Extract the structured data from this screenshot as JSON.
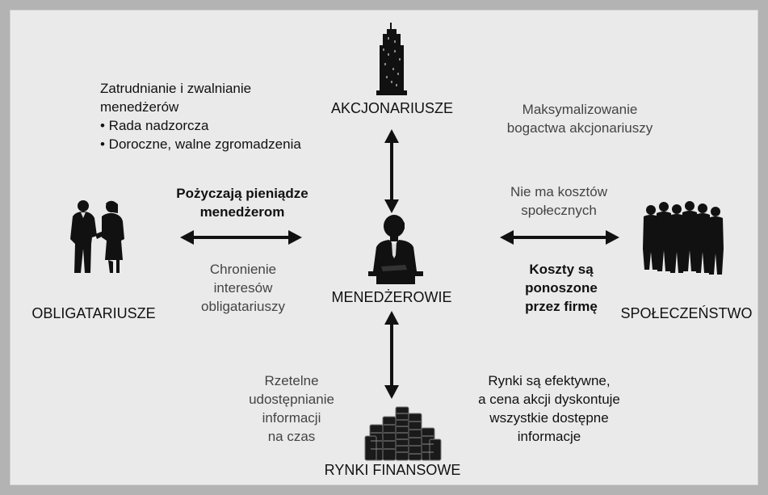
{
  "nodes": {
    "top": "AKCJONARIUSZE",
    "center": "MENEDŻEROWIE",
    "left": "OBLIGATARIUSZE",
    "right": "SPOŁECZEŃSTWO",
    "bottom": "RYNKI FINANSOWE"
  },
  "top_left_note": {
    "heading_1": "Zatrudnianie i zwalnianie",
    "heading_2": "menedżerów",
    "bullet_1": "• Rada nadzorcza",
    "bullet_2": "• Doroczne, walne zgromadzenia"
  },
  "top_right_note": {
    "line_1": "Maksymalizowanie",
    "line_2": "bogactwa akcjonariuszy"
  },
  "left_top_note": {
    "line_1": "Pożyczają pieniądze",
    "line_2": "menedżerom"
  },
  "left_bottom_note": {
    "line_1": "Chronienie",
    "line_2": "interesów",
    "line_3": "obligatariuszy"
  },
  "right_top_note": {
    "line_1": "Nie ma kosztów",
    "line_2": "społecznych"
  },
  "right_bottom_note": {
    "line_1": "Koszty są",
    "line_2": "ponoszone",
    "line_3": "przez firmę"
  },
  "bottom_left_note": {
    "line_1": "Rzetelne",
    "line_2": "udostępnianie",
    "line_3": "informacji",
    "line_4": "na czas"
  },
  "bottom_right_note": {
    "line_1": "Rynki są efektywne,",
    "line_2": "a cena akcji dyskontuje",
    "line_3": "wszystkie dostępne",
    "line_4": "informacje"
  },
  "icons": [
    "skyscraper-icon",
    "manager-at-desk-icon",
    "business-couple-icon",
    "crowd-icon",
    "coin-stacks-icon"
  ],
  "colors": {
    "background": "#eaeaea",
    "frame": "#b3b3b3",
    "ink": "#111111"
  }
}
